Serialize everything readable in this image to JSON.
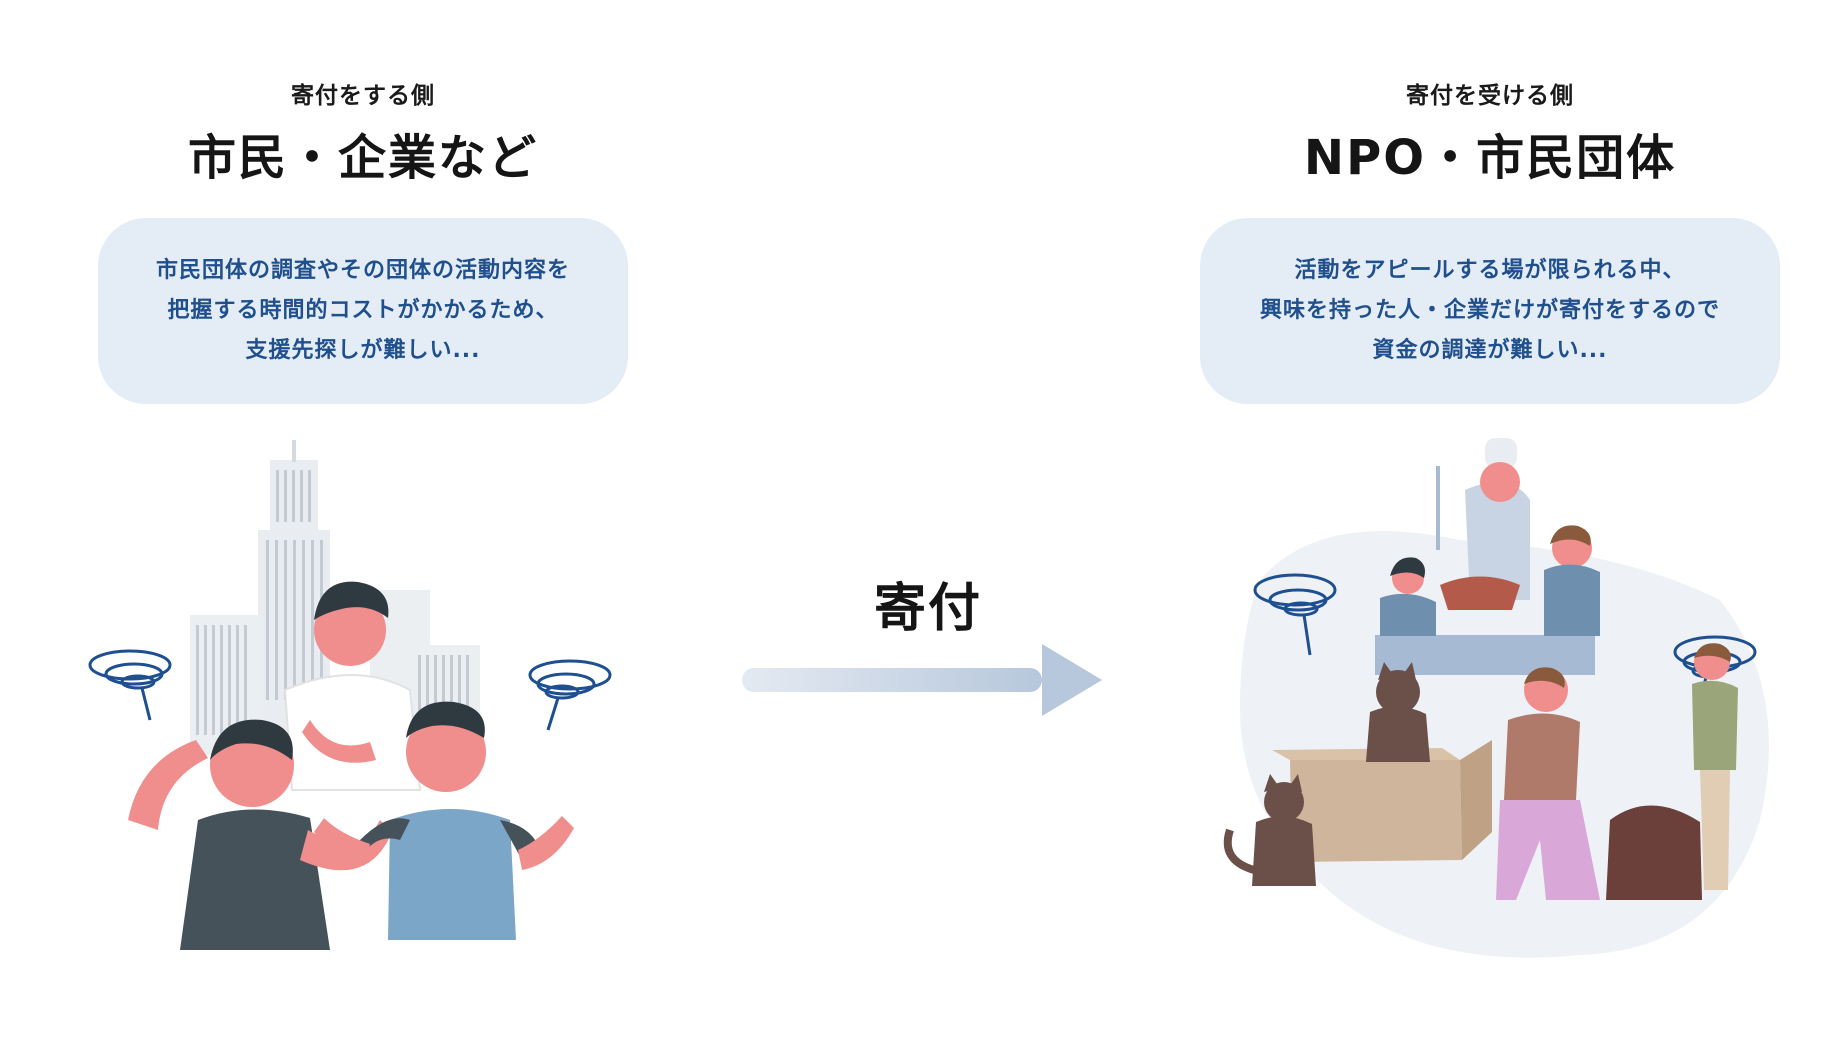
{
  "left": {
    "subtitle": "寄付をする側",
    "title": "市民・企業など",
    "bubble_lines": [
      "市民団体の調査やその団体の活動内容を",
      "把握する時間的コストがかかるため、",
      "支援先探しが難しい..."
    ]
  },
  "right": {
    "subtitle": "寄付を受ける側",
    "title": "NPO・市民団体",
    "bubble_lines": [
      "活動をアピールする場が限られる中、",
      "興味を持った人・企業だけが寄付をするので",
      "資金の調達が難しい..."
    ]
  },
  "center": {
    "arrow_label": "寄付"
  },
  "colors": {
    "bubble_bg": "#e4ecf5",
    "bubble_text": "#1f4f8c",
    "arrow": "#bccbde",
    "swirl": "#1e4f91",
    "skin": "#f08d8d"
  },
  "icons": {
    "left_illustration": "worried-citizens-illustration",
    "right_illustration": "npo-activities-illustration",
    "arrow": "right-arrow-icon",
    "swirl": "confusion-swirl-icon"
  }
}
